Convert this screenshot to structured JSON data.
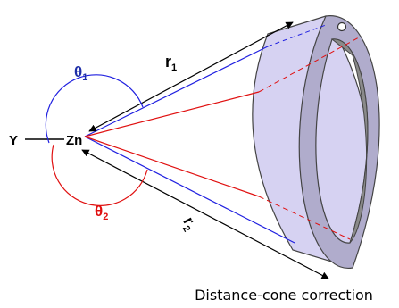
{
  "labels": {
    "theta1": {
      "base": "θ",
      "sub": "1"
    },
    "theta2": {
      "base": "θ",
      "sub": "2"
    },
    "r1": {
      "base": "r",
      "sub": "1"
    },
    "r2": {
      "base": "r",
      "sub": "2"
    },
    "y_atom": "Y",
    "zn_atom": "Zn"
  },
  "caption": "Distance-cone correction",
  "colors": {
    "theta1": "#1f2fa8",
    "theta2": "#e01010",
    "blue_line": "#2020e0",
    "red_line": "#e01010",
    "ring_face": "#d6d2f2",
    "ring_rim": "#b0accc",
    "ring_inner": "#8a8a8a",
    "outline": "#444444"
  }
}
